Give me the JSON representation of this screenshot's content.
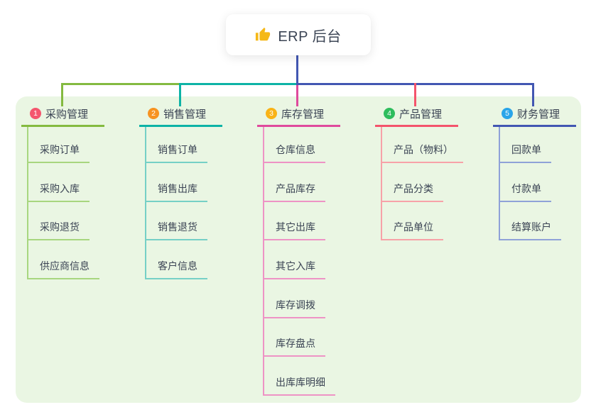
{
  "root": {
    "title": "ERP 后台",
    "icon": "thumbs-up-icon"
  },
  "colors": {
    "canvas_bg": "#ffffff",
    "panel_bg": "#eaf6e3",
    "text": "#3b4454",
    "root_connector": "#4257b2",
    "thumb_icon": "#f5b817"
  },
  "branches": [
    {
      "num": "1",
      "label": "采购管理",
      "badge_color": "#f4566e",
      "line_color": "#84ba40",
      "child_line_color": "#a8d67f",
      "children": [
        "采购订单",
        "采购入库",
        "采购退货",
        "供应商信息"
      ]
    },
    {
      "num": "2",
      "label": "销售管理",
      "badge_color": "#f79321",
      "line_color": "#0db3a6",
      "child_line_color": "#76d0c6",
      "children": [
        "销售订单",
        "销售出库",
        "销售退货",
        "客户信息"
      ]
    },
    {
      "num": "3",
      "label": "库存管理",
      "badge_color": "#f9b317",
      "line_color": "#df4a9d",
      "child_line_color": "#ee93c5",
      "children": [
        "仓库信息",
        "产品库存",
        "其它出库",
        "其它入库",
        "库存调拨",
        "库存盘点",
        "出库库明细"
      ]
    },
    {
      "num": "4",
      "label": "产品管理",
      "badge_color": "#2ebd5d",
      "line_color": "#f4546c",
      "child_line_color": "#f7a2a8",
      "children": [
        "产品（物料）",
        "产品分类",
        "产品单位"
      ]
    },
    {
      "num": "5",
      "label": "财务管理",
      "badge_color": "#2aa5e9",
      "line_color": "#4257b2",
      "child_line_color": "#8fa2d8",
      "children": [
        "回款单",
        "付款单",
        "结算账户"
      ]
    }
  ]
}
